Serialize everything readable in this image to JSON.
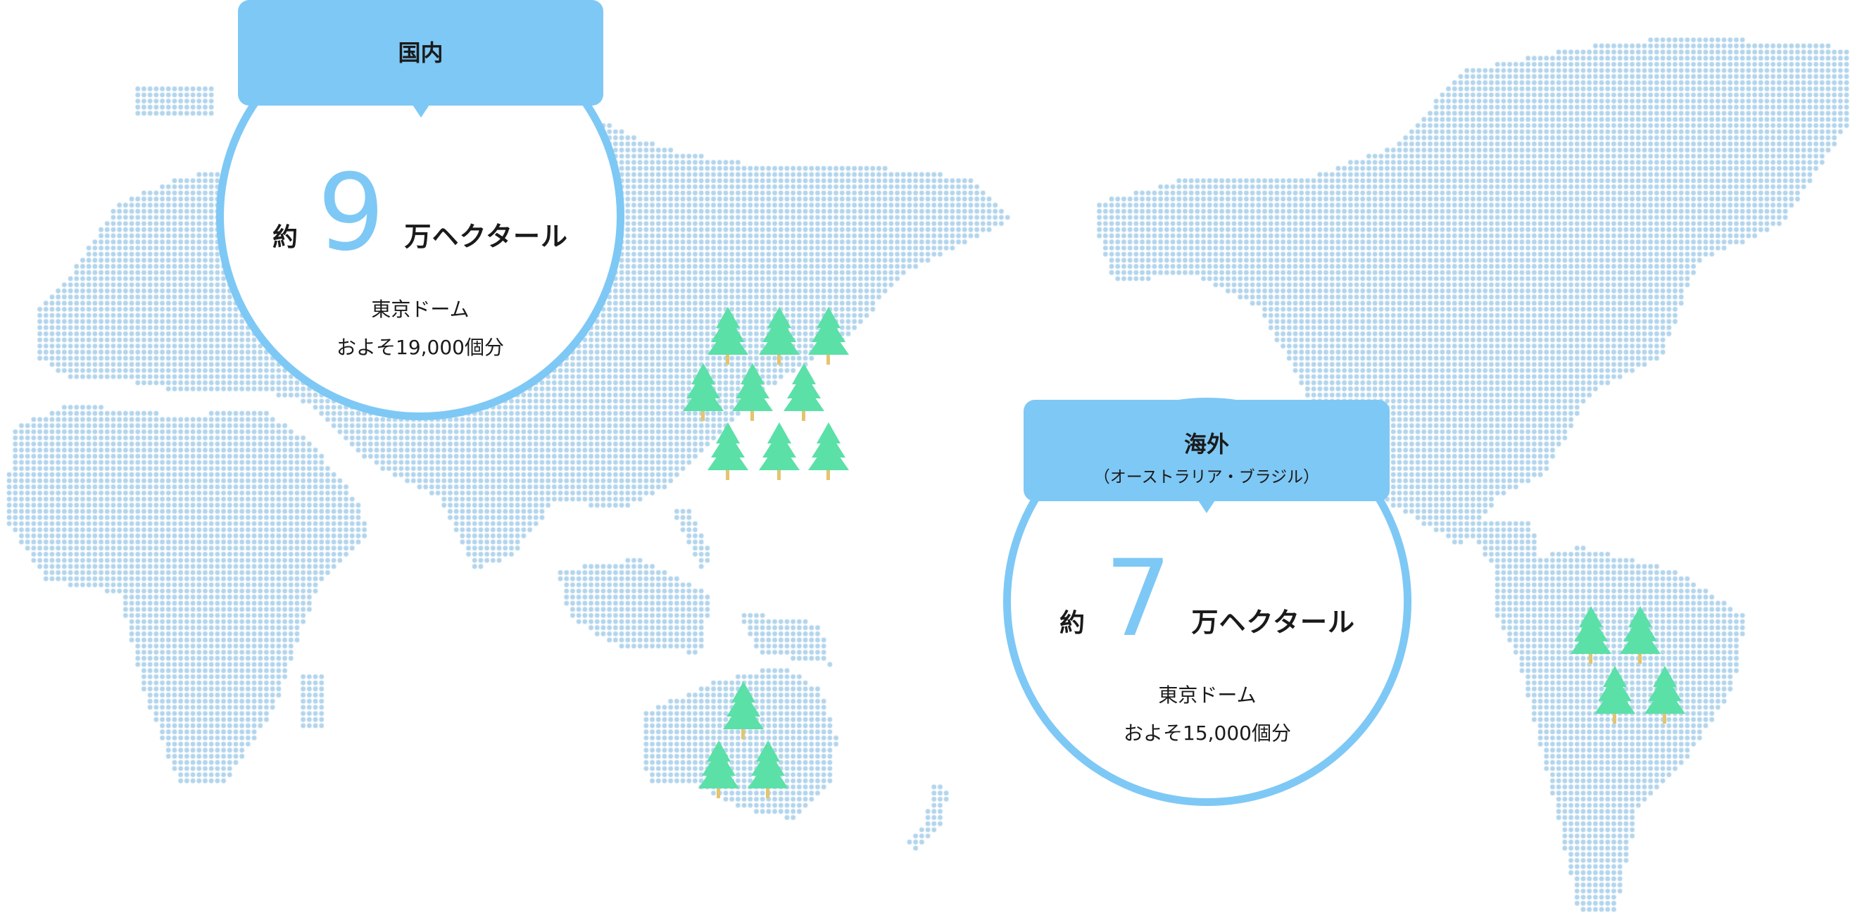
{
  "colors": {
    "accent": "#7ec8f5",
    "dots": "#b3d5ec",
    "tree": "#5be0a8",
    "trunk": "#e5c46e"
  },
  "domestic": {
    "title": "国内",
    "prefix": "約",
    "number": "9",
    "unit": "万ヘクタール",
    "compare_line1": "東京ドーム",
    "compare_line2": "およそ19,000個分"
  },
  "overseas": {
    "title": "海外",
    "subtitle": "（オーストラリア・ブラジル）",
    "prefix": "約",
    "number": "7",
    "unit": "万ヘクタール",
    "compare_line1": "東京ドーム",
    "compare_line2": "およそ15,000個分"
  }
}
